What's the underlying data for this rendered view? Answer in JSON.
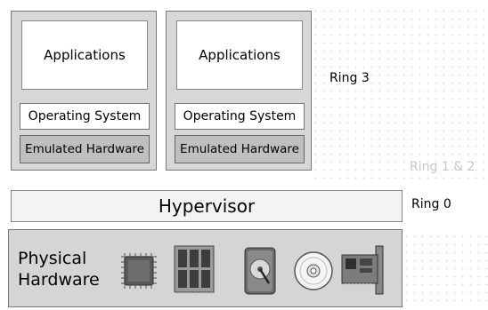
{
  "vms": [
    {
      "applications": "Applications",
      "operating_system": "Operating System",
      "emulated_hardware": "Emulated Hardware"
    },
    {
      "applications": "Applications",
      "operating_system": "Operating System",
      "emulated_hardware": "Emulated Hardware"
    }
  ],
  "hypervisor": "Hypervisor",
  "physical_hardware": {
    "line1": "Physical",
    "line2": "Hardware"
  },
  "rings": {
    "ring3": "Ring 3",
    "ring12": "Ring 1 & 2",
    "ring0": "Ring 0"
  },
  "hardware_icons": [
    "cpu-chip",
    "memory-module",
    "hard-disk",
    "optical-disc",
    "expansion-card"
  ],
  "colors": {
    "vm_bg": "#d7d7d7",
    "emulated_bg": "#bfbfbf",
    "physical_bg": "#d5d5d5",
    "faint_ring": "#c7c7c7"
  }
}
